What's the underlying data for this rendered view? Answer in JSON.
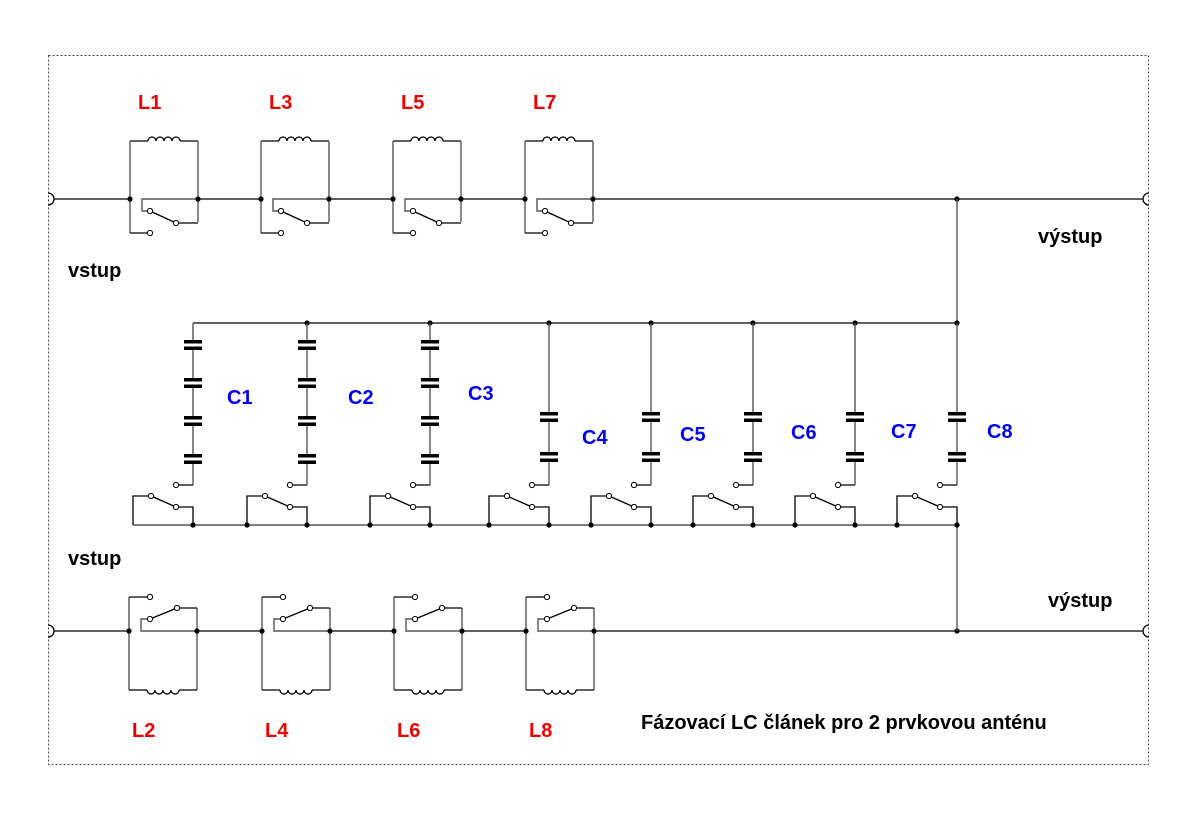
{
  "colors": {
    "inductor_label": "#ee0000",
    "capacitor_label": "#0000ee",
    "text": "#000000",
    "wire": "#000000"
  },
  "top_branch": {
    "input_label": "vstup",
    "output_label": "výstup",
    "inductors": [
      "L1",
      "L3",
      "L5",
      "L7"
    ]
  },
  "bottom_branch": {
    "input_label": "vstup",
    "output_label": "výstup",
    "inductors": [
      "L2",
      "L4",
      "L6",
      "L8"
    ]
  },
  "capacitor_bank": {
    "capacitors": [
      {
        "label": "C1",
        "stack": 4
      },
      {
        "label": "C2",
        "stack": 4
      },
      {
        "label": "C3",
        "stack": 4
      },
      {
        "label": "C4",
        "stack": 2
      },
      {
        "label": "C5",
        "stack": 2
      },
      {
        "label": "C6",
        "stack": 2
      },
      {
        "label": "C7",
        "stack": 2
      },
      {
        "label": "C8",
        "stack": 2
      }
    ]
  },
  "caption": "Fázovací LC článek pro 2 prvkovou anténu"
}
